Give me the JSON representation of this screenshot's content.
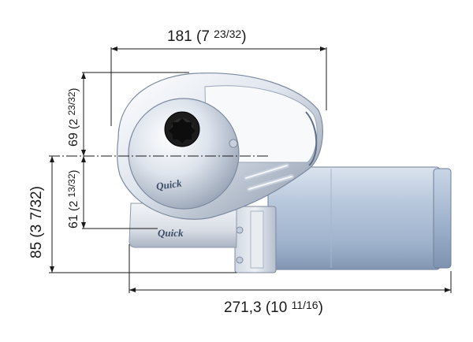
{
  "dimensions": {
    "top_width": {
      "value": "181",
      "imperial_whole": "7",
      "imperial_frac": "23/32"
    },
    "upper_height": {
      "value": "69",
      "imperial_whole": "2",
      "imperial_frac": "23/32"
    },
    "lower_height": {
      "value": "61",
      "imperial_whole": "2",
      "imperial_frac": "13/32"
    },
    "side_height": {
      "value": "85",
      "imperial_whole": "3",
      "imperial_frac": "7/32"
    },
    "bottom_length": {
      "value": "271,3",
      "imperial_whole": "10",
      "imperial_frac": "11/16"
    }
  },
  "branding": {
    "logo_text": "Quick"
  },
  "colors": {
    "body_light": "#e8edf4",
    "body_mid": "#b9c4d4",
    "body_dark": "#7d8aa0",
    "motor_blue": "#aebfd6",
    "line": "#1a1a1a"
  }
}
